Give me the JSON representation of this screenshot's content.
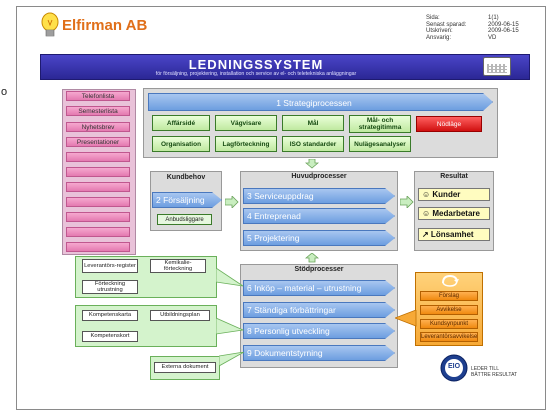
{
  "side_label": "o",
  "company": "Elfirman AB",
  "meta": [
    {
      "key": "Sida:",
      "value": "1(1)"
    },
    {
      "key": "Senast sparad:",
      "value": "2009-06-15"
    },
    {
      "key": "Utskriven:",
      "value": "2009-06-15"
    },
    {
      "key": "Ansvarig:",
      "value": "VD"
    }
  ],
  "banner": {
    "title": "LEDNINGSSYSTEM",
    "subtitle": "för försäljning, projektering, installation och service av el- och teletekniska anläggningar"
  },
  "left_list": [
    "Telefonlista",
    "Semesterlista",
    "Nyhetsbrev",
    "Presentationer"
  ],
  "strategy": {
    "label": "1 Strategiprocessen",
    "row1": [
      "Affärsidé",
      "Vägvisare",
      "Mål",
      "Mål- och strategitimma"
    ],
    "red": "Nödläge",
    "row2": [
      "Organisation",
      "Lagförteckning",
      "ISO standarder",
      "Nulägesanalyser"
    ]
  },
  "kundbehov": {
    "title": "Kundbehov",
    "item": "2 Försäljning",
    "sub": "Anbudsliggare"
  },
  "huvud": {
    "title": "Huvudprocesser",
    "items": [
      "3 Serviceuppdrag",
      "4 Entreprenad",
      "5 Projektering"
    ]
  },
  "resultat": {
    "title": "Resultat",
    "items": [
      "☺ Kunder",
      "☺ Medarbetare",
      "↗ Lönsamhet"
    ]
  },
  "stod": {
    "title": "Stödprocesser",
    "items": [
      "6 Inköp – material – utrustning",
      "7 Ständiga förbättringar",
      "8 Personlig utveckling",
      "9 Dokumentstyrning"
    ]
  },
  "green1": [
    "Leverantörs-register",
    "Kemikalie-förteckning",
    "Förteckning utrustning"
  ],
  "green2": [
    "Kompetenskarta",
    "Utbildningsplan",
    "Kompetenskort"
  ],
  "green3": "Externa dokument",
  "orange": [
    "Förslag",
    "Avvikelse",
    "Kundsynpunkt",
    "Leverantörsavvikelse"
  ],
  "eio": {
    "logo": "EIO",
    "tagline1": "LEDER TILL",
    "tagline2": "BÄTTRE RESULTAT"
  },
  "colors": {
    "banner": "#2b2795",
    "process_blue": "#6d9ee0",
    "green": "#bfe9a0",
    "red": "#d01010",
    "orange": "#f08a10",
    "pink": "#e47ab0"
  }
}
